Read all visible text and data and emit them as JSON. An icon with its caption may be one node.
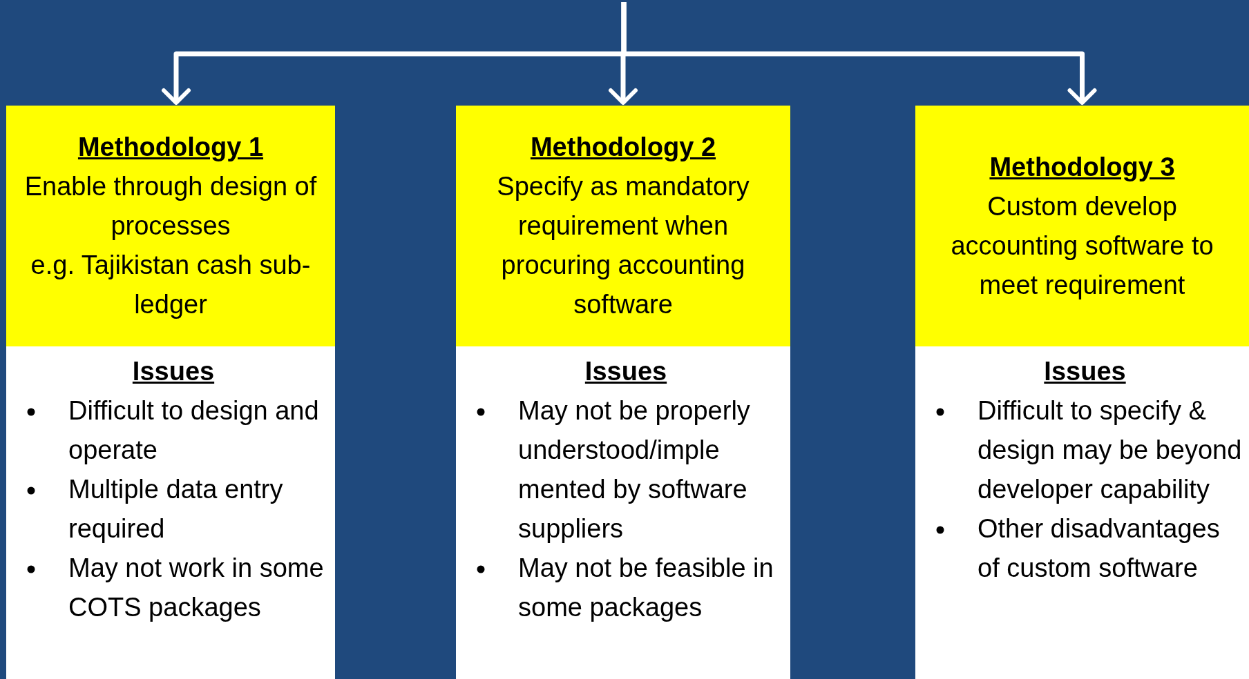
{
  "diagram": {
    "nodes": [
      {
        "text": [
          "Methodology 1",
          "Enable through design of processes",
          "e.g. Tajikistan cash sub-ledger"
        ]
      },
      {
        "text": [
          "Methodology 2",
          "Specify as mandatory requirement when procuring accounting software"
        ]
      },
      {
        "text": [
          "Methodology 3",
          "Custom develop accounting software to meet requirement"
        ]
      },
      {
        "text": [
          "Issues",
          "Difficult to design and operate",
          "Multiple data entry required",
          "May not work in some COTS packages"
        ]
      },
      {
        "text": [
          "Issues",
          "May not be properly understood/imple mented by software suppliers",
          "May not be feasible in some packages"
        ]
      },
      {
        "text": [
          "Issues",
          "Difficult to specify & design may be beyond developer capability",
          "Other disadvantages of custom software"
        ]
      }
    ],
    "edges": [
      {
        "from": null,
        "to": 0,
        "arrow": "to"
      },
      {
        "from": null,
        "to": 1,
        "arrow": "to"
      },
      {
        "from": null,
        "to": 2,
        "arrow": "to"
      }
    ]
  }
}
